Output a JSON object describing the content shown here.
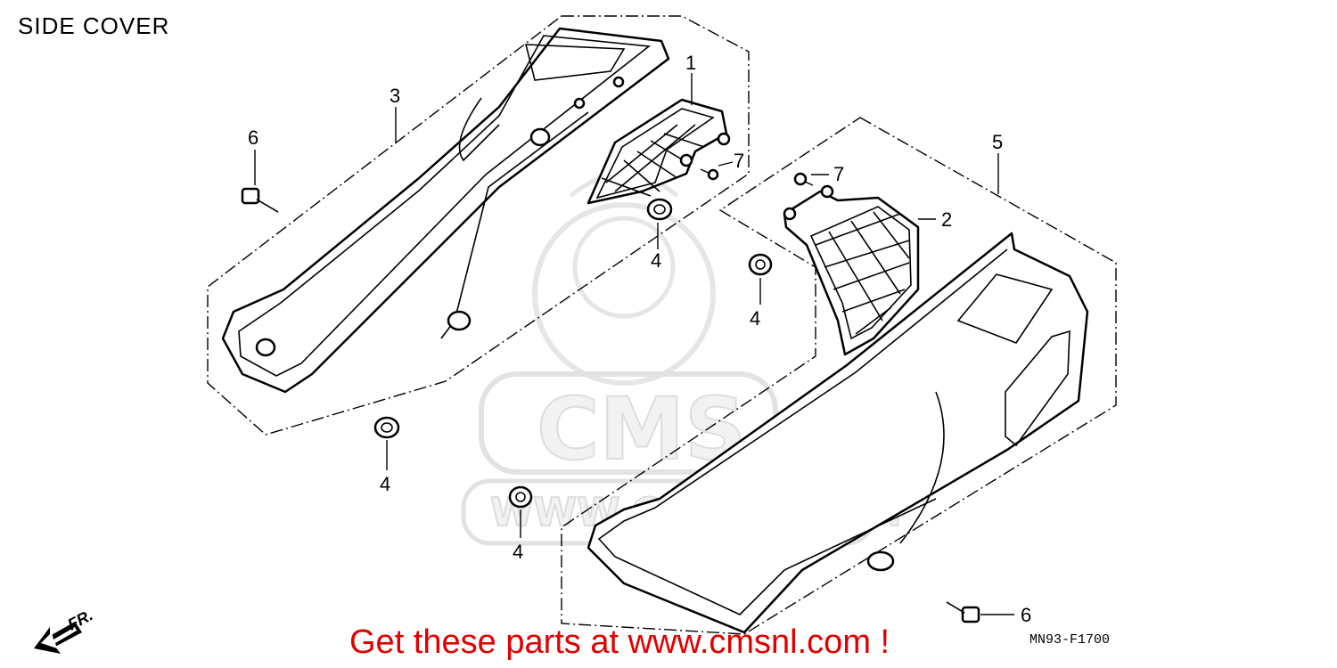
{
  "title": "SIDE COVER",
  "callouts": {
    "c1": "1",
    "c2": "2",
    "c3": "3",
    "c4a": "4",
    "c4b": "4",
    "c4c": "4",
    "c4d": "4",
    "c5": "5",
    "c6a": "6",
    "c6b": "6",
    "c7a": "7",
    "c7b": "7"
  },
  "front_marker": "FR.",
  "diagram_code": "MN93-F1700",
  "watermark": {
    "logo": "CMS",
    "site": "WWW.CMSNL.COM"
  },
  "promo_text": "Get these parts at www.cmsnl.com !",
  "colors": {
    "promo": "#e00000",
    "watermark": "#dddddd"
  }
}
